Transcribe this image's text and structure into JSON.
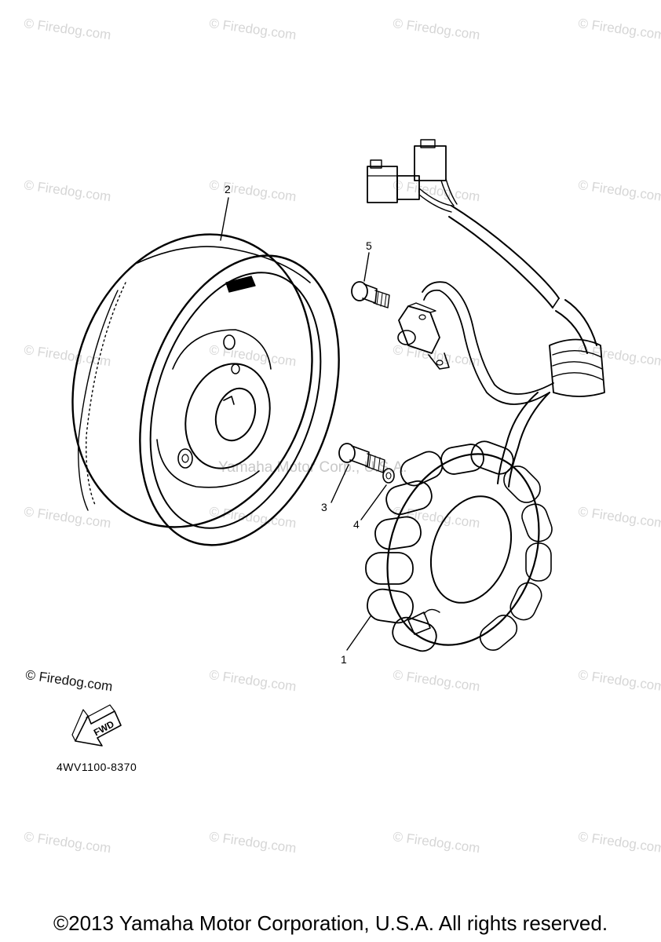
{
  "watermark_text": "© Firedog.com",
  "center_watermark": "Yamaha Motor Corp., U.S.A.",
  "callouts": {
    "c1": "1",
    "c2": "2",
    "c3": "3",
    "c4": "4",
    "c5": "5"
  },
  "logo_text": "© Firedog.com",
  "fwd_label": "FWD",
  "part_code": "4WV1100-8370",
  "copyright": "©2013 Yamaha Motor Corporation, U.S.A. All rights reserved."
}
